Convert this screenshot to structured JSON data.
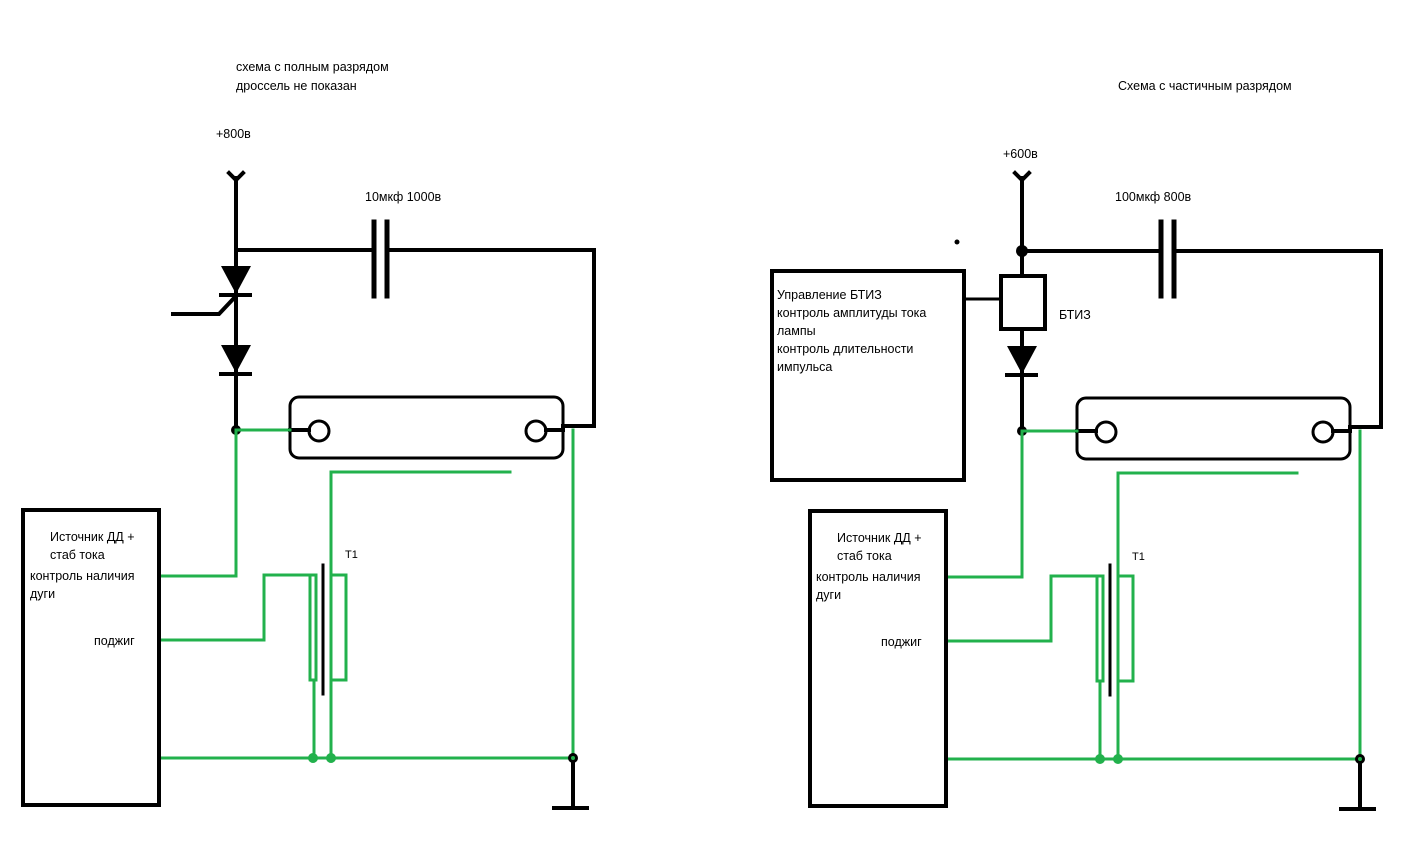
{
  "colors": {
    "wire_black": "#000000",
    "wire_green": "#22b14c",
    "background": "#ffffff"
  },
  "left_scheme": {
    "title_line1": "схема с полным разрядом",
    "title_line2": "дроссель не показан",
    "supply_label": "+800в",
    "capacitor_label": "10мкф 1000в",
    "source_block": {
      "line1": "Источник ДД +",
      "line2": "стаб тока",
      "line3": "контроль наличия",
      "line4": "дуги",
      "ignition_label": "поджиг"
    },
    "transformer_label": "T1",
    "components": [
      "thyristor",
      "diode",
      "capacitor",
      "flash-lamp",
      "ignition-transformer",
      "ground"
    ]
  },
  "right_scheme": {
    "title": "Схема с частичным разрядом",
    "supply_label": "+600в",
    "capacitor_label": "100мкф 800в",
    "igbt_label": "БТИЗ",
    "control_block": {
      "line1": "Управление БТИЗ",
      "line2": "контроль амплитуды тока",
      "line3": "лампы",
      "line4": "контроль длительности",
      "line5": "импульса"
    },
    "source_block": {
      "line1": "Источник ДД +",
      "line2": "стаб тока",
      "line3": "контроль наличия",
      "line4": "дуги",
      "ignition_label": "поджиг"
    },
    "transformer_label": "T1",
    "components": [
      "igbt",
      "diode",
      "capacitor",
      "flash-lamp",
      "ignition-transformer",
      "ground"
    ]
  }
}
